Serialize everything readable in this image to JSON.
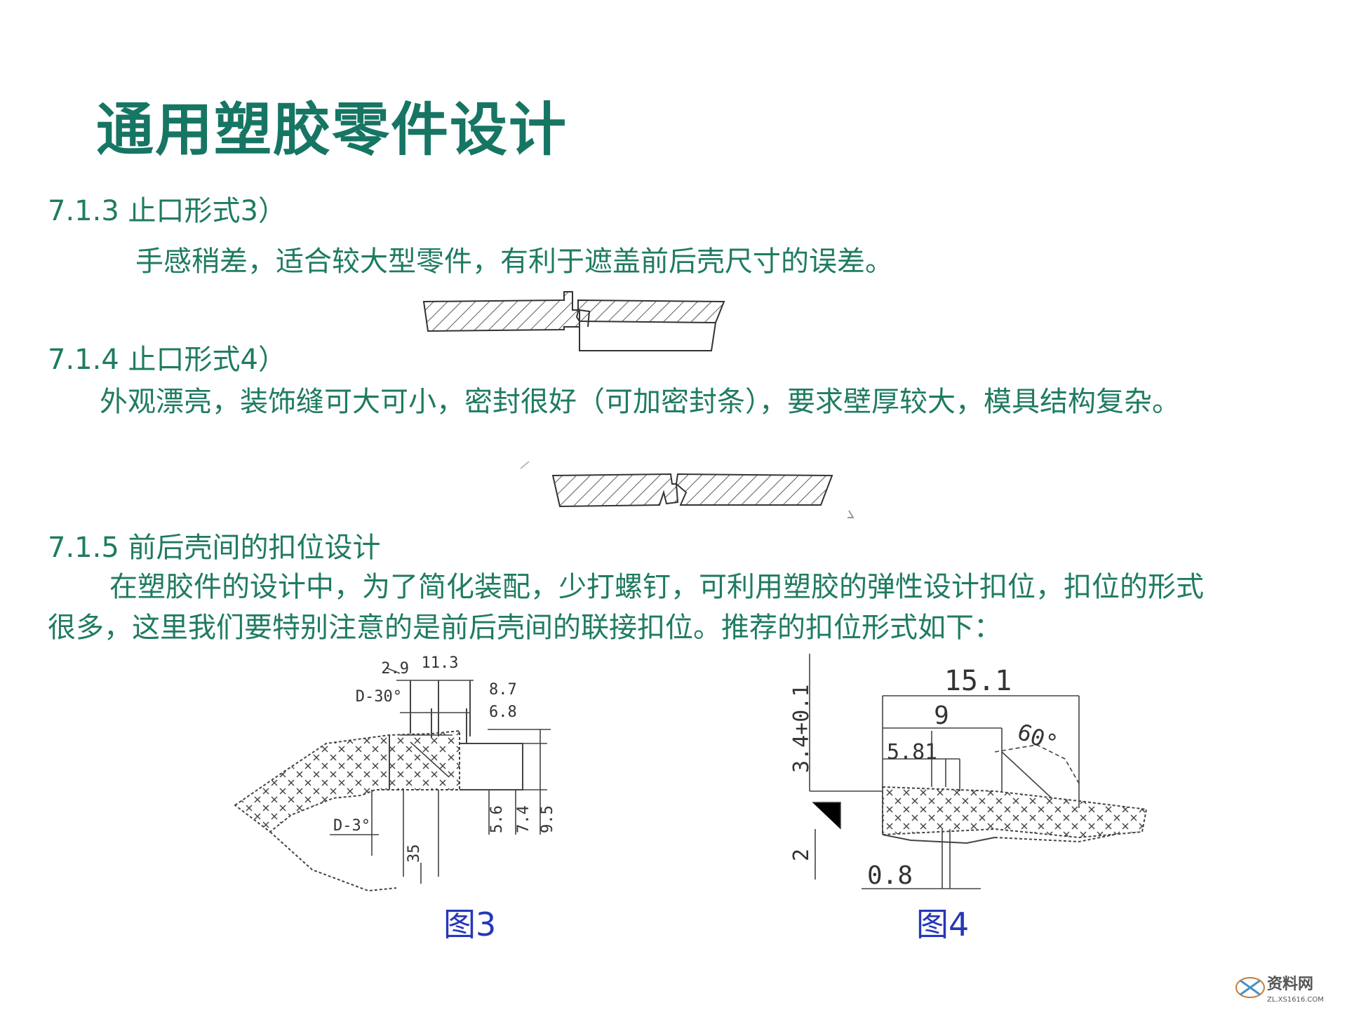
{
  "page": {
    "title": "通用塑胶零件设计",
    "sections": [
      {
        "heading": "7.1.3 止口形式3）",
        "body": "手感稍差，适合较大型零件，有利于遮盖前后壳尺寸的误差。"
      },
      {
        "heading": "7.1.4 止口形式4）",
        "body": "外观漂亮，装饰缝可大可小，密封很好（可加密封条），要求壁厚较大，模具结构复杂。"
      },
      {
        "heading": "7.1.5 前后壳间的扣位设计",
        "body_line1": "在塑胶件的设计中，为了简化装配，少打螺钉，可利用塑胶的弹性设计扣位，扣位的形式",
        "body_line2": "很多，这里我们要特别注意的是前后壳间的联接扣位。推荐的扣位形式如下："
      }
    ],
    "figures": {
      "fig3": {
        "caption": "图3",
        "dims": [
          "2.9",
          "D-30°",
          "11.3",
          "8.7",
          "6.8",
          "D-3°",
          "35",
          "5.6",
          "7.4",
          "9.5"
        ]
      },
      "fig4": {
        "caption": "图4",
        "dims": [
          "3.4+0.1",
          "15.1",
          "9",
          "5.81",
          "60°",
          "2",
          "0.8"
        ]
      }
    },
    "watermark": {
      "text": "资料网",
      "sub": "ZL.XS1616.COM"
    }
  },
  "colors": {
    "title": "#177563",
    "text": "#1f7b62",
    "caption": "#2637b8",
    "line": "#333333"
  }
}
